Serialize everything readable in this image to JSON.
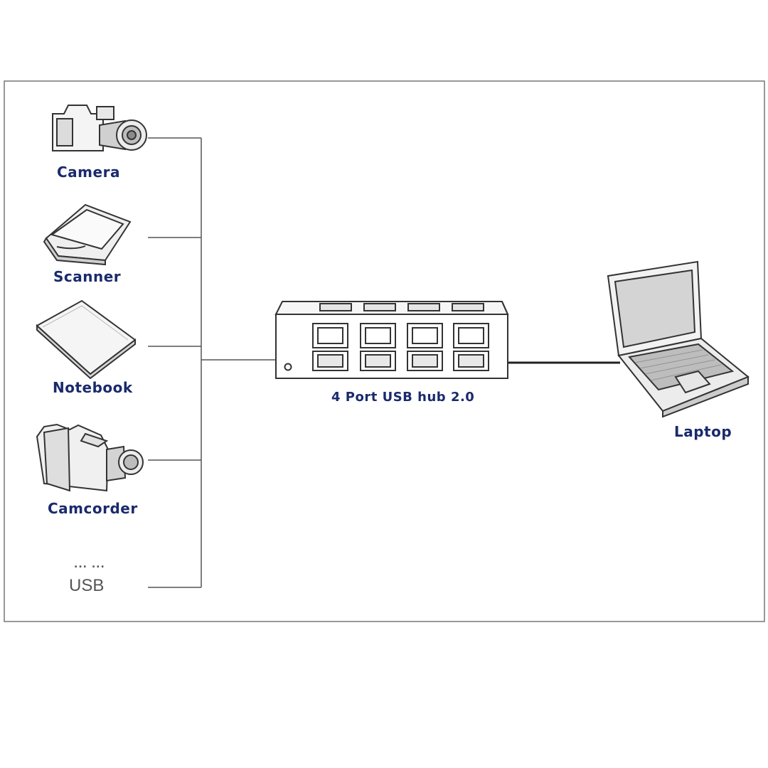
{
  "devices": {
    "camera": "Camera",
    "scanner": "Scanner",
    "notebook": "Notebook",
    "camcorder": "Camcorder",
    "usb": "USB",
    "usb_ellipsis": "... ..."
  },
  "hub": {
    "label": "4 Port USB hub 2.0",
    "ports": 4
  },
  "host": {
    "label": "Laptop"
  },
  "colors": {
    "label": "#1a2a6c",
    "line": "#555555",
    "outline": "#333333"
  }
}
